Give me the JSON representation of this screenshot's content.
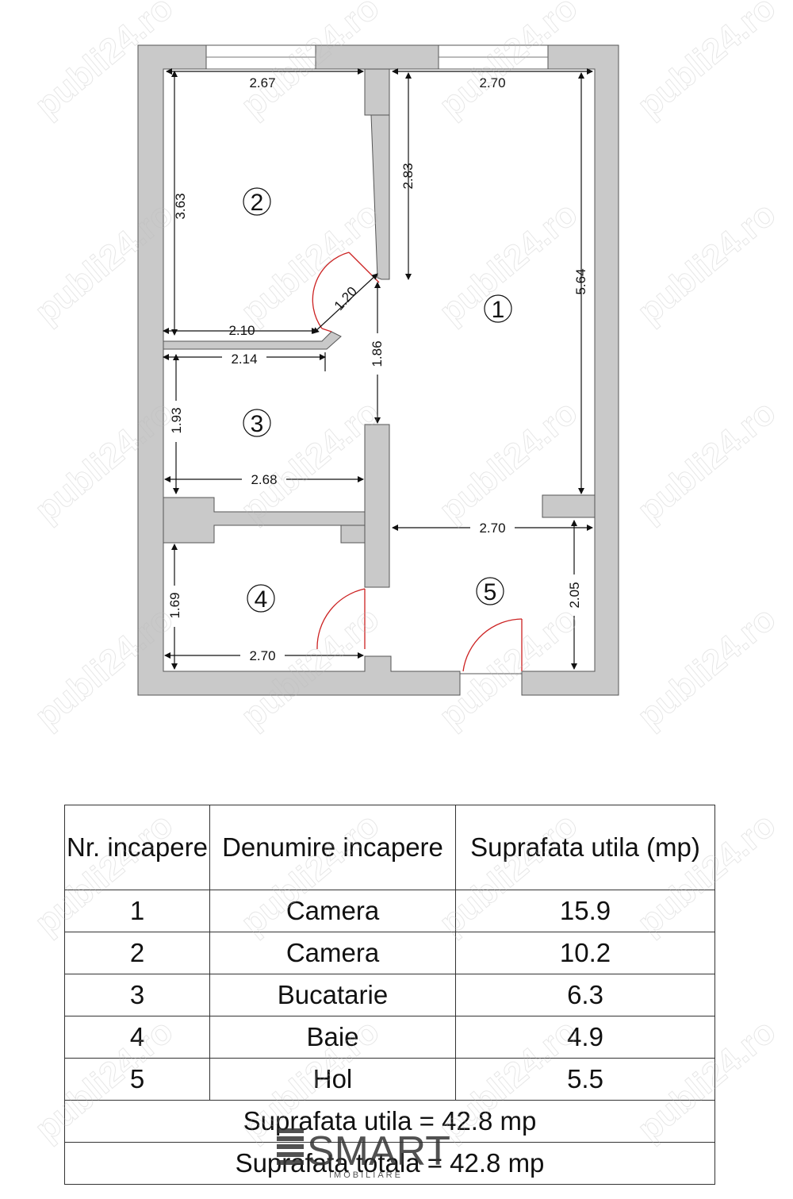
{
  "plan": {
    "dimensions": {
      "room2_width_top": "2.67",
      "room1_width_top": "2.70",
      "room2_height": "3.63",
      "room1_upper_height": "2.83",
      "room1_height": "5.64",
      "door_width": "1.20",
      "room2_width_bottom": "2.10",
      "room3_width_top": "2.14",
      "hall_depth": "1.86",
      "room3_height": "1.93",
      "room3_width_bottom": "2.68",
      "room5_width": "2.70",
      "room4_height": "1.69",
      "room5_height": "2.05",
      "room4_width": "2.70"
    },
    "room_numbers": [
      "1",
      "2",
      "3",
      "4",
      "5"
    ]
  },
  "table": {
    "headers": {
      "nr": "Nr. incapere",
      "name": "Denumire incapere",
      "area": "Suprafata utila (mp)"
    },
    "rows": [
      {
        "nr": "1",
        "name": "Camera",
        "area": "15.9"
      },
      {
        "nr": "2",
        "name": "Camera",
        "area": "10.2"
      },
      {
        "nr": "3",
        "name": "Bucatarie",
        "area": "6.3"
      },
      {
        "nr": "4",
        "name": "Baie",
        "area": "4.9"
      },
      {
        "nr": "5",
        "name": "Hol",
        "area": "5.5"
      }
    ],
    "useful_total": "Suprafata utila = 42.8 mp",
    "total": "Suprafata totala = 42.8 mp"
  },
  "logo": {
    "brand": "SMART",
    "tagline": "IMOBILIARE"
  },
  "watermark": "publi24.ro",
  "colors": {
    "wall": "#c9c9c9",
    "door": "#cc2222",
    "line": "#111111"
  }
}
